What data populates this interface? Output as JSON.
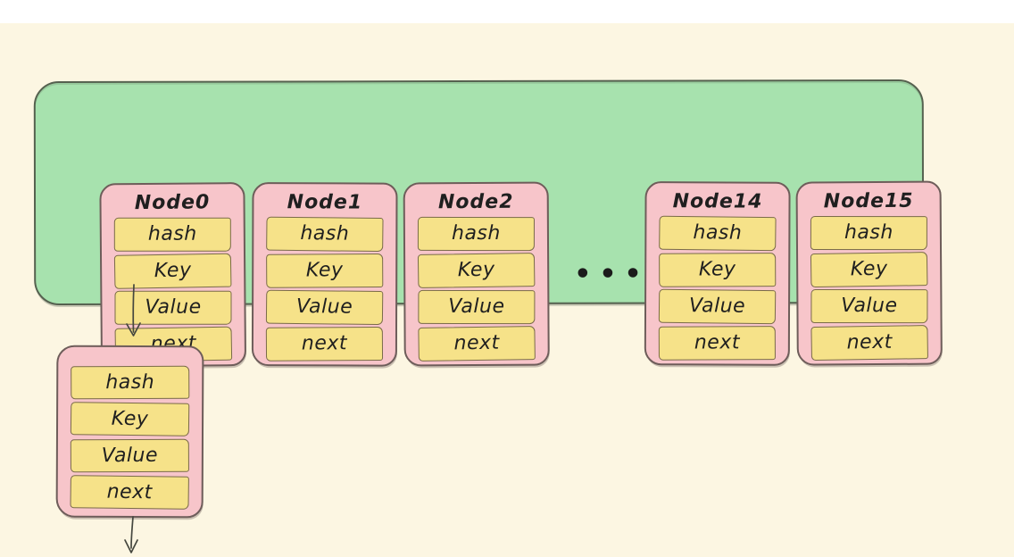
{
  "colors": {
    "page_bg": "#ffffff",
    "canvas_bg": "#fcf6e2",
    "bucket_bg": "#a7e2ae",
    "bucket_border": "#55614f",
    "node_bg": "#f7c5ca",
    "node_border": "#6e5d5a",
    "field_bg": "#f6e289",
    "field_border": "#7a6b48",
    "text": "#1f1f1f",
    "arrow": "#45473f"
  },
  "bucket_array": {
    "nodes": [
      {
        "title": "Node0",
        "fields": [
          "hash",
          "Key",
          "Value",
          "next"
        ]
      },
      {
        "title": "Node1",
        "fields": [
          "hash",
          "Key",
          "Value",
          "next"
        ]
      },
      {
        "title": "Node2",
        "fields": [
          "hash",
          "Key",
          "Value",
          "next"
        ]
      },
      {
        "title": "Node14",
        "fields": [
          "hash",
          "Key",
          "Value",
          "next"
        ]
      },
      {
        "title": "Node15",
        "fields": [
          "hash",
          "Key",
          "Value",
          "next"
        ]
      }
    ],
    "ellipsis": "•••"
  },
  "chained_node": {
    "fields": [
      "hash",
      "Key",
      "Value",
      "next"
    ]
  }
}
